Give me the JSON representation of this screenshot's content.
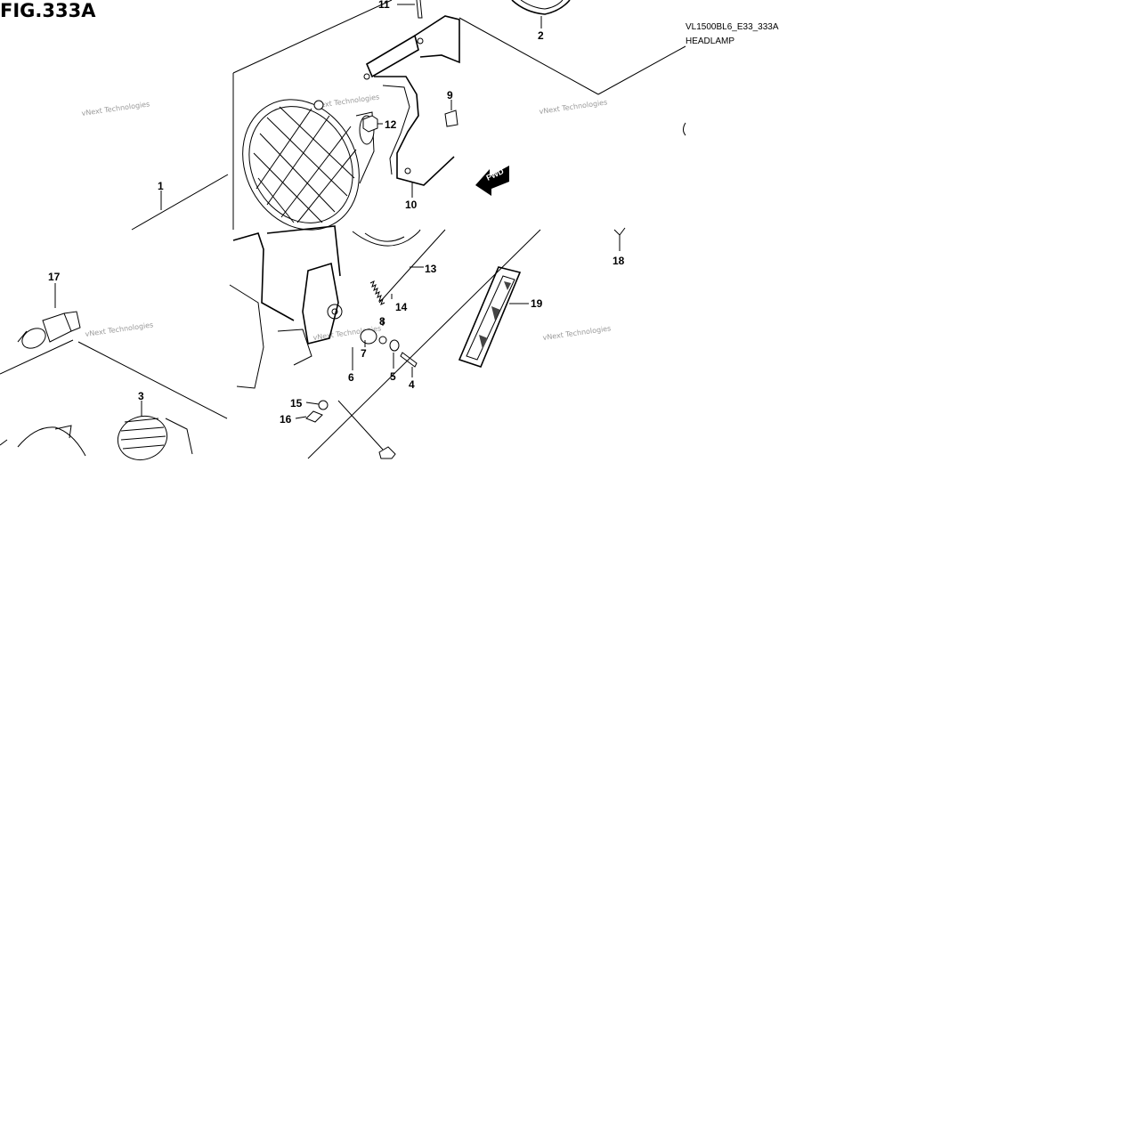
{
  "figure": {
    "title": "FIG.333A",
    "model_code": "VL1500BL6_E33_333A",
    "section": "HEADLAMP"
  },
  "fwd_label": "FWD",
  "watermark": "vNext Technologies",
  "callouts": {
    "c1": "1",
    "c2": "2",
    "c3": "3",
    "c4": "4",
    "c5": "5",
    "c6": "6",
    "c7": "7",
    "c8": "8",
    "c9": "9",
    "c10": "10",
    "c11": "11",
    "c12": "12",
    "c13": "13",
    "c14": "14",
    "c15": "15",
    "c16": "16",
    "c17": "17",
    "c18": "18",
    "c19": "19"
  }
}
